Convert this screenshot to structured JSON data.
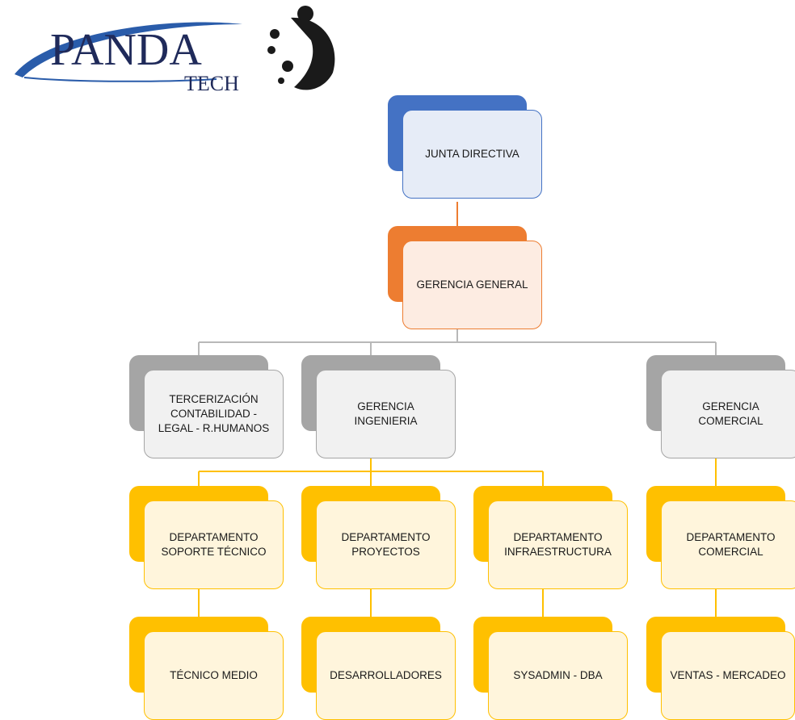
{
  "logo": {
    "word": "PANDA",
    "sub": "TECH"
  },
  "nodes": {
    "junta": "JUNTA DIRECTIVA",
    "gerencia_general": "GERENCIA GENERAL",
    "tercerizacion": [
      "TERCERIZACIÓN",
      "CONTABILIDAD -",
      "LEGAL - R.HUMANOS"
    ],
    "gerencia_ingenieria": [
      "GERENCIA",
      "INGENIERIA"
    ],
    "gerencia_comercial": [
      "GERENCIA",
      "COMERCIAL"
    ],
    "dep_soporte": [
      "DEPARTAMENTO",
      "SOPORTE TÉCNICO"
    ],
    "dep_proyectos": [
      "DEPARTAMENTO",
      "PROYECTOS"
    ],
    "dep_infra": [
      "DEPARTAMENTO",
      "INFRAESTRUCTURA"
    ],
    "dep_comercial": [
      "DEPARTAMENTO",
      "COMERCIAL"
    ],
    "tecnico_medio": "TÉCNICO MEDIO",
    "desarrolladores": "DESARROLLADORES",
    "sysadmin": "SYSADMIN - DBA",
    "ventas": "VENTAS - MERCADEO"
  },
  "colors": {
    "blue": "#4472c4",
    "orange": "#ed7d31",
    "gray": "#a5a5a5",
    "gold": "#ffc000",
    "logo_navy": "#1f2a5a"
  }
}
